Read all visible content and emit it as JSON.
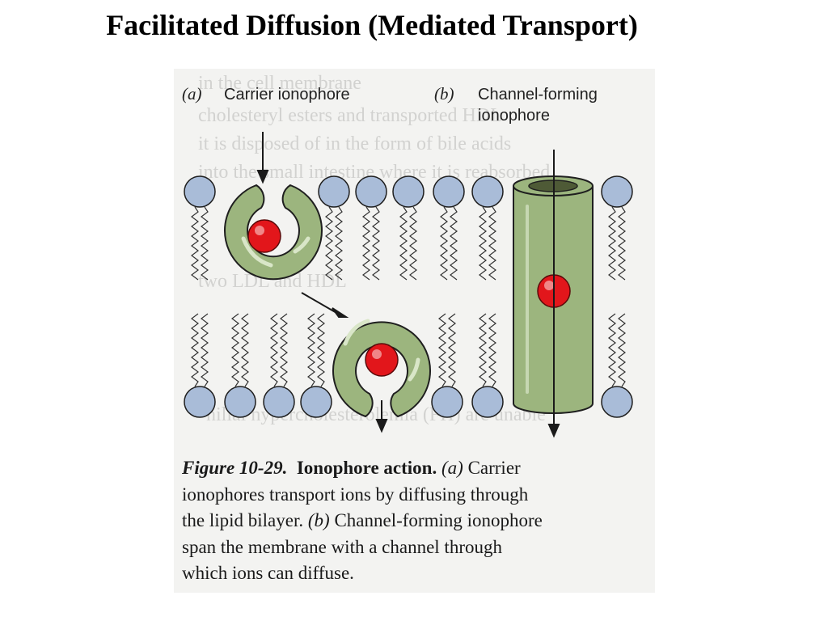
{
  "slide": {
    "title": "Facilitated Diffusion (Mediated Transport)"
  },
  "figure": {
    "label_a_letter": "(a)",
    "label_a_text": "Carrier ionophore",
    "label_b_letter": "(b)",
    "label_b_line1": "Channel-forming",
    "label_b_line2": "ionophore",
    "caption": {
      "number": "Figure 10-29.",
      "heading": "Ionophore action.",
      "part_a_letter": "(a)",
      "part_a_text_1": "Carrier",
      "part_a_text_2": "ionophores transport ions by diffusing through",
      "part_a_text_3": "the lipid bilayer.",
      "part_b_letter": "(b)",
      "part_b_text_1": "Channel-forming ionophore",
      "part_b_text_2": "span the membrane with a channel through",
      "part_b_text_3": "which ions can diffuse."
    }
  },
  "colors": {
    "lipid_head": "#a9bcd8",
    "ionophore_green": "#9cb57e",
    "ion_red": "#e2161b",
    "panel_bg": "#f3f3f1"
  }
}
